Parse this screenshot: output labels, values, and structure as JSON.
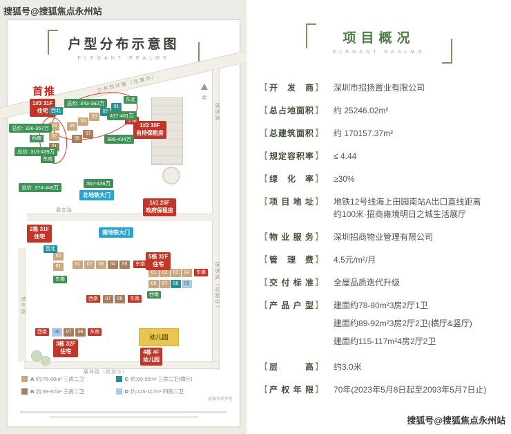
{
  "watermark": {
    "top": "搜狐号@搜狐焦点永州站",
    "bottom": "搜狐号@搜狐焦点永州站"
  },
  "left_panel": {
    "title": "户型分布示意图",
    "subtitle": "ELEGANT REALMS",
    "first_push": "首推",
    "compass": "北",
    "roads": {
      "top": "沙井西环路（在建中）",
      "right_upper": "展城路",
      "right_lower": "展城路（在建中）",
      "left": "城市路",
      "middle": "展宜路",
      "bottom": "展林路（规划中）"
    },
    "blocks": [
      "1#3 31F\n住宅",
      "1#2 30F\n自持保租房",
      "1#1 26F\n政府保租房",
      "2栋 31F\n住宅",
      "5栋 32F\n住宅",
      "3栋 32F\n住宅",
      "4栋 4F\n幼儿园"
    ],
    "prices": [
      "总价: 343-362万",
      "总价: 336-367万",
      "437-481万",
      "389-434万",
      "总价: 316-439万",
      "总价: 374-440万",
      "367-436万"
    ],
    "metro_gates": [
      "北地铁大门",
      "南地铁大门"
    ],
    "kindergarten": "幼儿园",
    "units": [
      "05",
      "04",
      "03",
      "02",
      "01",
      "06",
      "07",
      "03",
      "02",
      "01",
      "02",
      "01",
      "01",
      "02",
      "03",
      "04",
      "05",
      "01",
      "02",
      "03",
      "04",
      "08",
      "07",
      "06",
      "05",
      "07",
      "08",
      "06",
      "07",
      "08"
    ],
    "dir_tags": [
      "西北",
      "东北",
      "东南",
      "西南",
      "东南",
      "西北",
      "东南",
      "东南",
      "东南",
      "西南",
      "西南",
      "东南",
      "西南",
      "东南"
    ],
    "legend": [
      {
        "key": "A",
        "text": "约:78-80m² 三房二卫",
        "color": "#c9a87d"
      },
      {
        "key": "C",
        "text": "约:89-92m² 三房二卫(横厅)",
        "color": "#2f8f8e"
      },
      {
        "key": "B",
        "text": "约:89-92m² 三房二卫",
        "color": "#aa7e5c"
      },
      {
        "key": "D",
        "text": "约:115-117m² 四房二卫",
        "color": "#a9cbe6"
      }
    ],
    "note": "此图仅供参考"
  },
  "right_panel": {
    "title": "项目概况",
    "subtitle": "ELEGANT REALMS",
    "bracket_open": "【",
    "bracket_close": "】",
    "rows": [
      {
        "label": "开 发 商",
        "value": "深圳市招扬置业有限公司"
      },
      {
        "label": "总占地面积",
        "value": "约 25246.02m²"
      },
      {
        "label": "总建筑面积",
        "value": "约 170157.37m²"
      },
      {
        "label": "规定容积率",
        "value": "≤ 4.44"
      },
      {
        "label": "绿 化 率",
        "value": "≥30%"
      },
      {
        "label": "项目地址",
        "value": "地铁12号线海上田园南站A出口直线距离\n约100米·招商雍境明日之城生活展厅"
      },
      {
        "label": "物业服务",
        "value": "深圳招商物业管理有限公司"
      },
      {
        "label": "管 理 费",
        "value": "4.5元/m²/月"
      },
      {
        "label": "交付标准",
        "value": "全屋品质迭代升级"
      },
      {
        "label": "产品户型",
        "value": "建面约78-80m²3房2厅1卫\n建面约89-92m²3房2厅2卫(横厅&竖厅)\n建面约115-117m²4房2厅2卫"
      },
      {
        "label": "层 高",
        "value": "约3.0米"
      },
      {
        "label": "产权年限",
        "value": "70年(2023年5月8日起至2093年5月7日止)"
      }
    ]
  }
}
